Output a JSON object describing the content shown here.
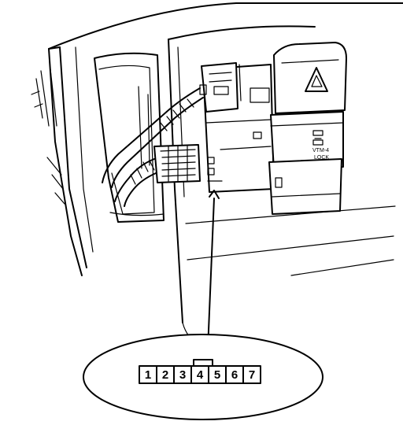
{
  "diagram": {
    "switch_label_line1": "VTM-4",
    "switch_label_line2": "LOCK",
    "connector_pins": [
      "1",
      "2",
      "3",
      "4",
      "5",
      "6",
      "7"
    ]
  }
}
